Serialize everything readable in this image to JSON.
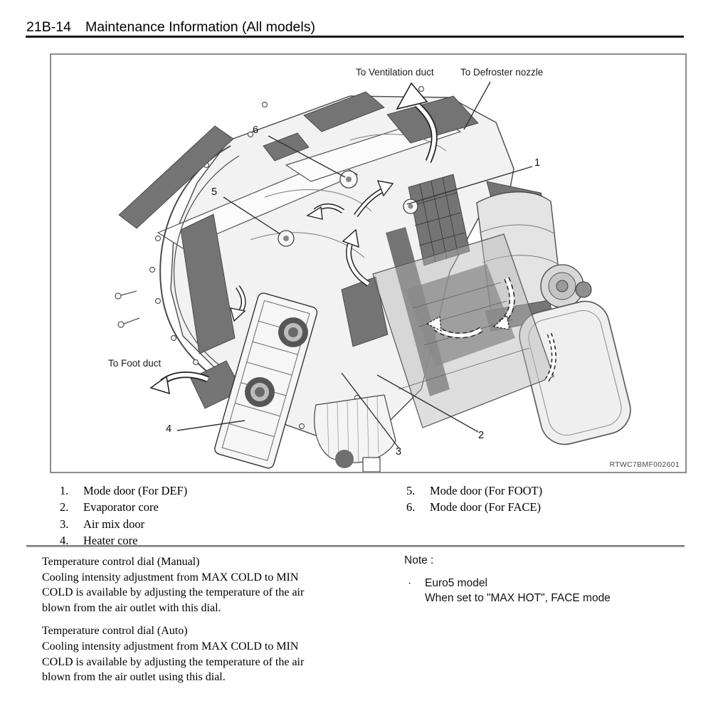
{
  "header": {
    "section_code": "21B-14",
    "title": "Maintenance Information (All models)"
  },
  "figure": {
    "image_code": "RTWC7BMF002601",
    "labels": {
      "ventilation": "To Ventilation duct",
      "defroster": "To Defroster nozzle",
      "foot": "To Foot duct"
    },
    "callouts": [
      {
        "num": "1"
      },
      {
        "num": "2"
      },
      {
        "num": "3"
      },
      {
        "num": "4"
      },
      {
        "num": "5"
      },
      {
        "num": "6"
      }
    ]
  },
  "legend": {
    "left": [
      {
        "num": "1.",
        "label": "Mode door (For DEF)"
      },
      {
        "num": "2.",
        "label": "Evaporator core"
      },
      {
        "num": "3.",
        "label": "Air mix door"
      },
      {
        "num": "4.",
        "label": "Heater core"
      }
    ],
    "right": [
      {
        "num": "5.",
        "label": "Mode door (For FOOT)"
      },
      {
        "num": "6.",
        "label": "Mode door (For FACE)"
      }
    ]
  },
  "sections": [
    {
      "title": "Temperature control dial (Manual)",
      "body": "Cooling intensity adjustment from MAX COLD to MIN\nCOLD is available by adjusting the temperature of the air\nblown from the air outlet with this dial."
    },
    {
      "title": "Temperature control dial (Auto)",
      "body": "Cooling intensity adjustment from MAX COLD to MIN\nCOLD is available by adjusting the temperature of the air\nblown from the air outlet using this dial."
    }
  ],
  "note": {
    "heading": "Note :",
    "bullet": "·",
    "items": [
      {
        "text": "Euro5 model\nWhen set to \"MAX HOT\", FACE mode"
      }
    ]
  }
}
